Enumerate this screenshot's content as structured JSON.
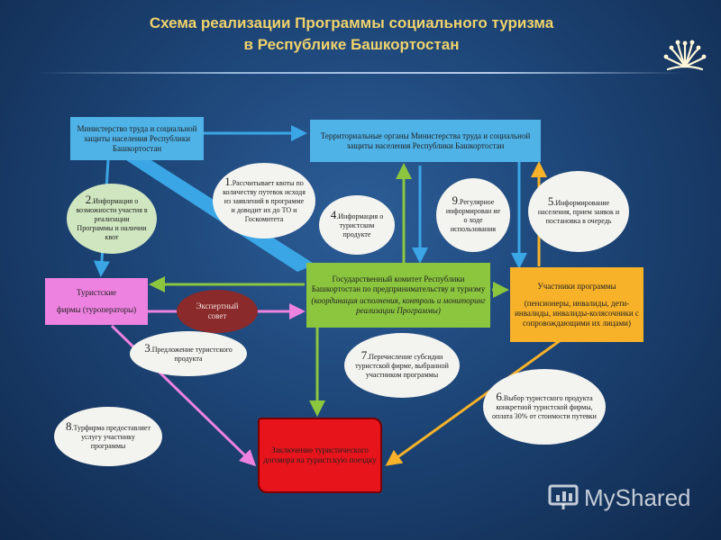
{
  "title": {
    "line1": "Схема реализации Программы социального туризма",
    "line2": "в Республике Башкортостан"
  },
  "boxes": {
    "ministry": "Министерство труда и социальной защиты населения Республики Башкортостан",
    "territorial": "Территориальные органы Министерства труда и социальной защиты населения Республики Башкортостан",
    "tour_firms": {
      "line1": "Туристские",
      "line2": "фирмы (туроператоры)"
    },
    "expert": "Экспертный совет",
    "committee": {
      "main": "Государственный комитет Республики Башкортостан по предпринимательству и туризму",
      "note": "(координация исполнения, контроль и мониторинг реализации Программы)"
    },
    "participants": {
      "title": "Участники программы",
      "list": "(пенсионеры, инвалиды, дети-инвалиды, инвалиды-колясочники с сопровождающими их лицами)"
    },
    "contract": "Заключение туристического договора на туристскую поездку"
  },
  "bubbles": [
    {
      "num": "1",
      "text": "Рассчитывает квоты по количеству путевок исходя из заявлений в программе и доводит их до ТО и Госкомитета"
    },
    {
      "num": "2",
      "text": "Информация о возможности участия в реализации Программы и наличии квот"
    },
    {
      "num": "3",
      "text": "Предложение туристского продукта"
    },
    {
      "num": "4",
      "text": "Информация о туристском продукте"
    },
    {
      "num": "5",
      "text": "Информирование населения, прием заявок и постановка в очередь"
    },
    {
      "num": "6",
      "text": "Выбор туристского продукта конкретной туристской фирмы, оплата 30% от стоимости путевки"
    },
    {
      "num": "7",
      "text": "Перечисление субсидии туристской фирме, выбранной участником программы"
    },
    {
      "num": "8",
      "text": "Турфирма предоставляет услугу участнику программы"
    },
    {
      "num": "9",
      "text": "Регулярное информирован ие о ходе использования"
    }
  ],
  "watermark": "MyShared",
  "colors": {
    "title": "#f1d36b",
    "ministry_box": "#4fb3e8",
    "committee_box": "#8cc63f",
    "participants_box": "#f7b22a",
    "tour_box": "#ee82e0",
    "expert_box": "#8b2a2a",
    "contract_box": "#e8141b"
  },
  "icons": {
    "logo": "kurai-flower-icon",
    "watermark": "presentation-icon"
  }
}
